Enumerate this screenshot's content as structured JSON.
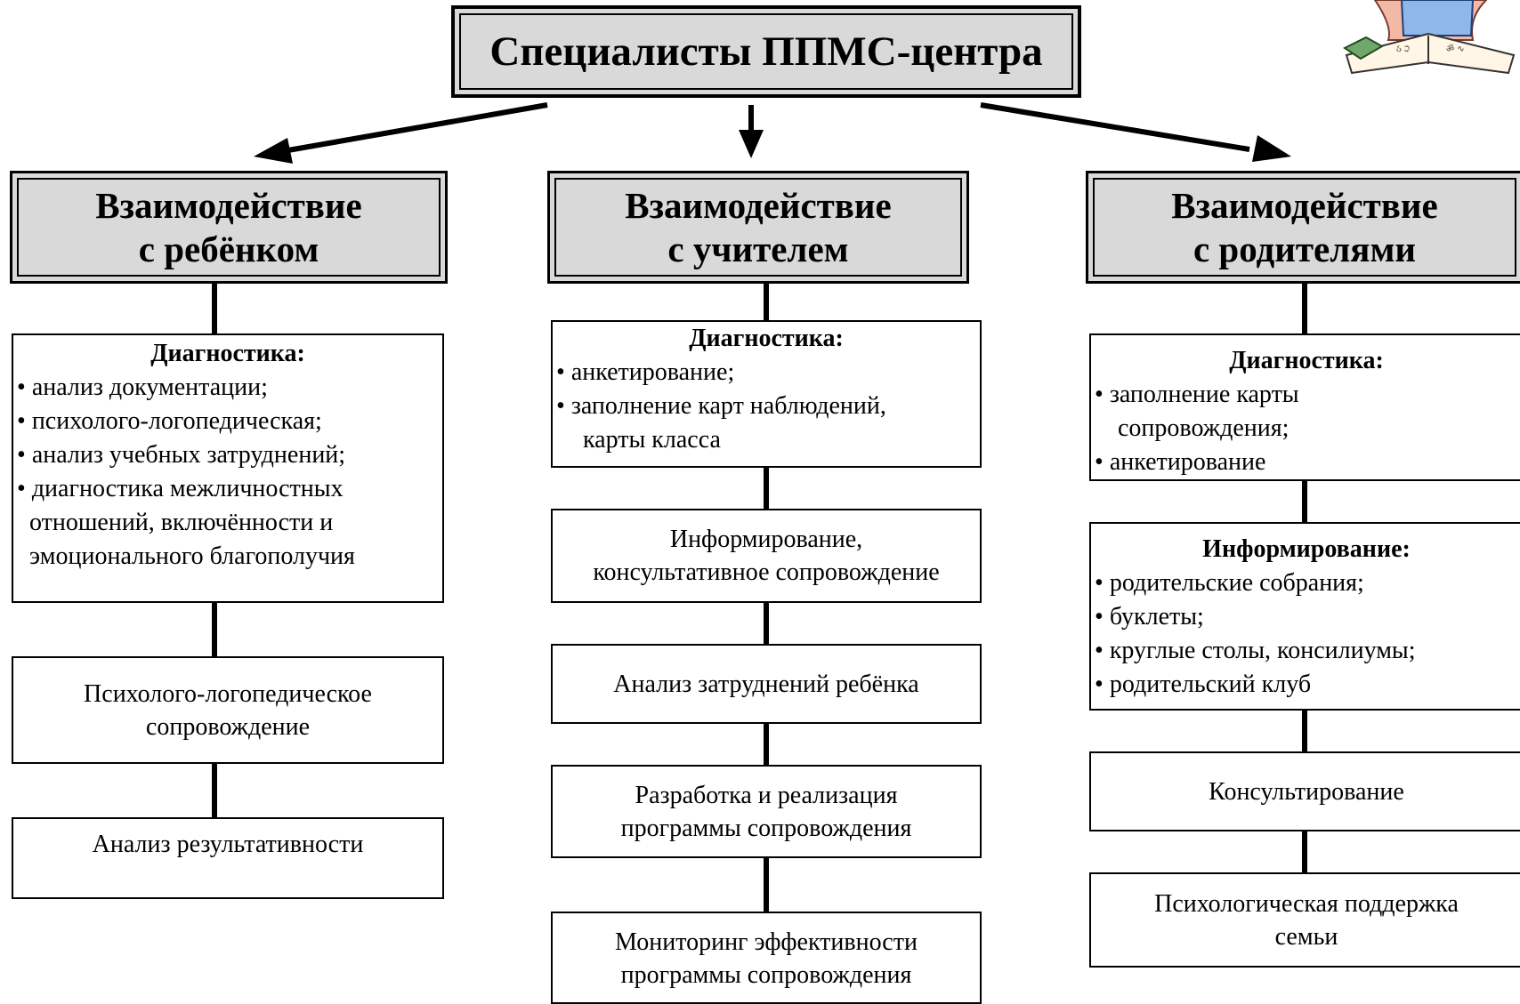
{
  "title": "Специалисты ППМС-центра",
  "columns": [
    {
      "header": [
        "Взаимодействие",
        "с ребёнком"
      ],
      "diagnostics": {
        "heading": "Диагностика:",
        "lines": [
          "анализ документации;",
          "психолого-логопедическая;",
          "анализ учебных затруднений;",
          "диагностика межличностных",
          "отношений, включённости и",
          "эмоционального благополучия"
        ]
      },
      "support": [
        "Психолого-логопедическое",
        "сопровождение"
      ],
      "analysis": "Анализ результативности"
    },
    {
      "header": [
        "Взаимодействие",
        "с учителем"
      ],
      "diagnostics": {
        "heading": "Диагностика:",
        "lines": [
          "анкетирование;",
          "заполнение карт наблюдений,",
          "карты класса"
        ]
      },
      "informing": [
        "Информирование,",
        "консультативное сопровождение"
      ],
      "difficulties": "Анализ затруднений ребёнка",
      "program": [
        "Разработка и реализация",
        "программы сопровождения"
      ],
      "monitoring": [
        "Мониторинг эффективности",
        "программы сопровождения"
      ]
    },
    {
      "header": [
        "Взаимодействие",
        "с родителями"
      ],
      "diagnostics": {
        "heading": "Диагностика:",
        "lines": [
          "заполнение карты",
          "сопровождения;",
          "анкетирование"
        ]
      },
      "informing": {
        "heading": "Информирование:",
        "lines": [
          "родительские собрания;",
          "буклеты;",
          "круглые столы, консилиумы;",
          "родительский клуб"
        ]
      },
      "consulting": "Консультирование",
      "support": [
        "Психологическая поддержка",
        "семьи"
      ]
    }
  ],
  "colors": {
    "header_fill": "#d9d9d9",
    "line": "#000000",
    "box_fill": "#ffffff"
  },
  "decoration": "book-clipart"
}
